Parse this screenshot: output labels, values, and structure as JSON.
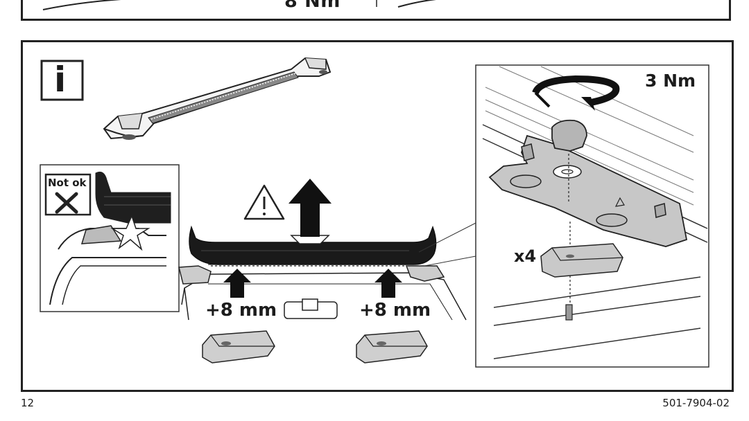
{
  "top_panel": {
    "torque_label": "8 Nm"
  },
  "info_panel": {
    "info_icon_letter": "i",
    "warning_inset": {
      "not_ok_label": "Not ok"
    },
    "lift_labels": [
      "+8 mm",
      "+8 mm"
    ],
    "detail_view": {
      "torque_label": "3 Nm",
      "quantity_label": "x4"
    }
  },
  "footer": {
    "page_number": "12",
    "document_number": "501-7904-02"
  }
}
